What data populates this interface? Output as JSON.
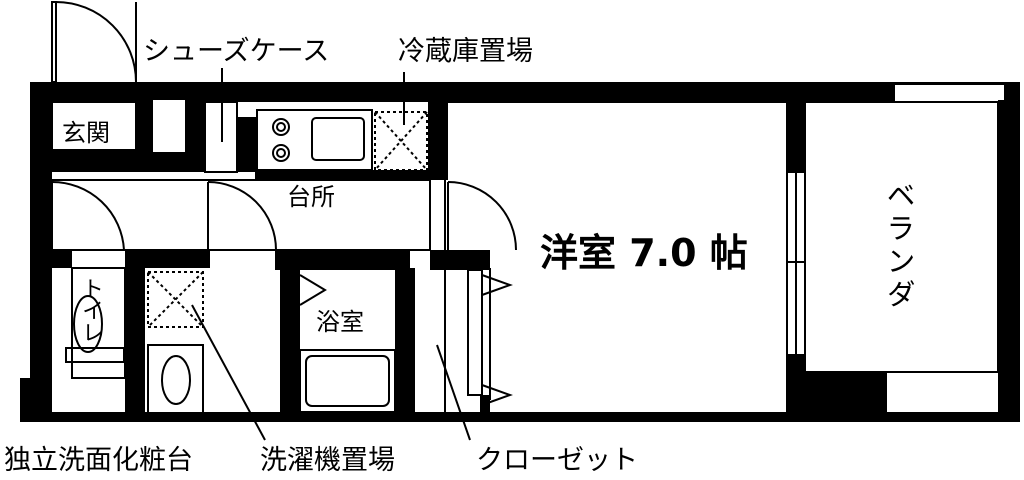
{
  "rooms": {
    "entrance": "玄関",
    "kitchen": "台所",
    "bathroom": "浴室",
    "western_room": "洋室 7.0 帖",
    "balcony": "ベランダ",
    "toilet": "トイレ"
  },
  "callouts": {
    "shoe_case": "シューズケース",
    "fridge_space": "冷蔵庫置場",
    "vanity": "独立洗面化粧台",
    "washer_space": "洗濯機置場",
    "closet": "クローゼット"
  }
}
